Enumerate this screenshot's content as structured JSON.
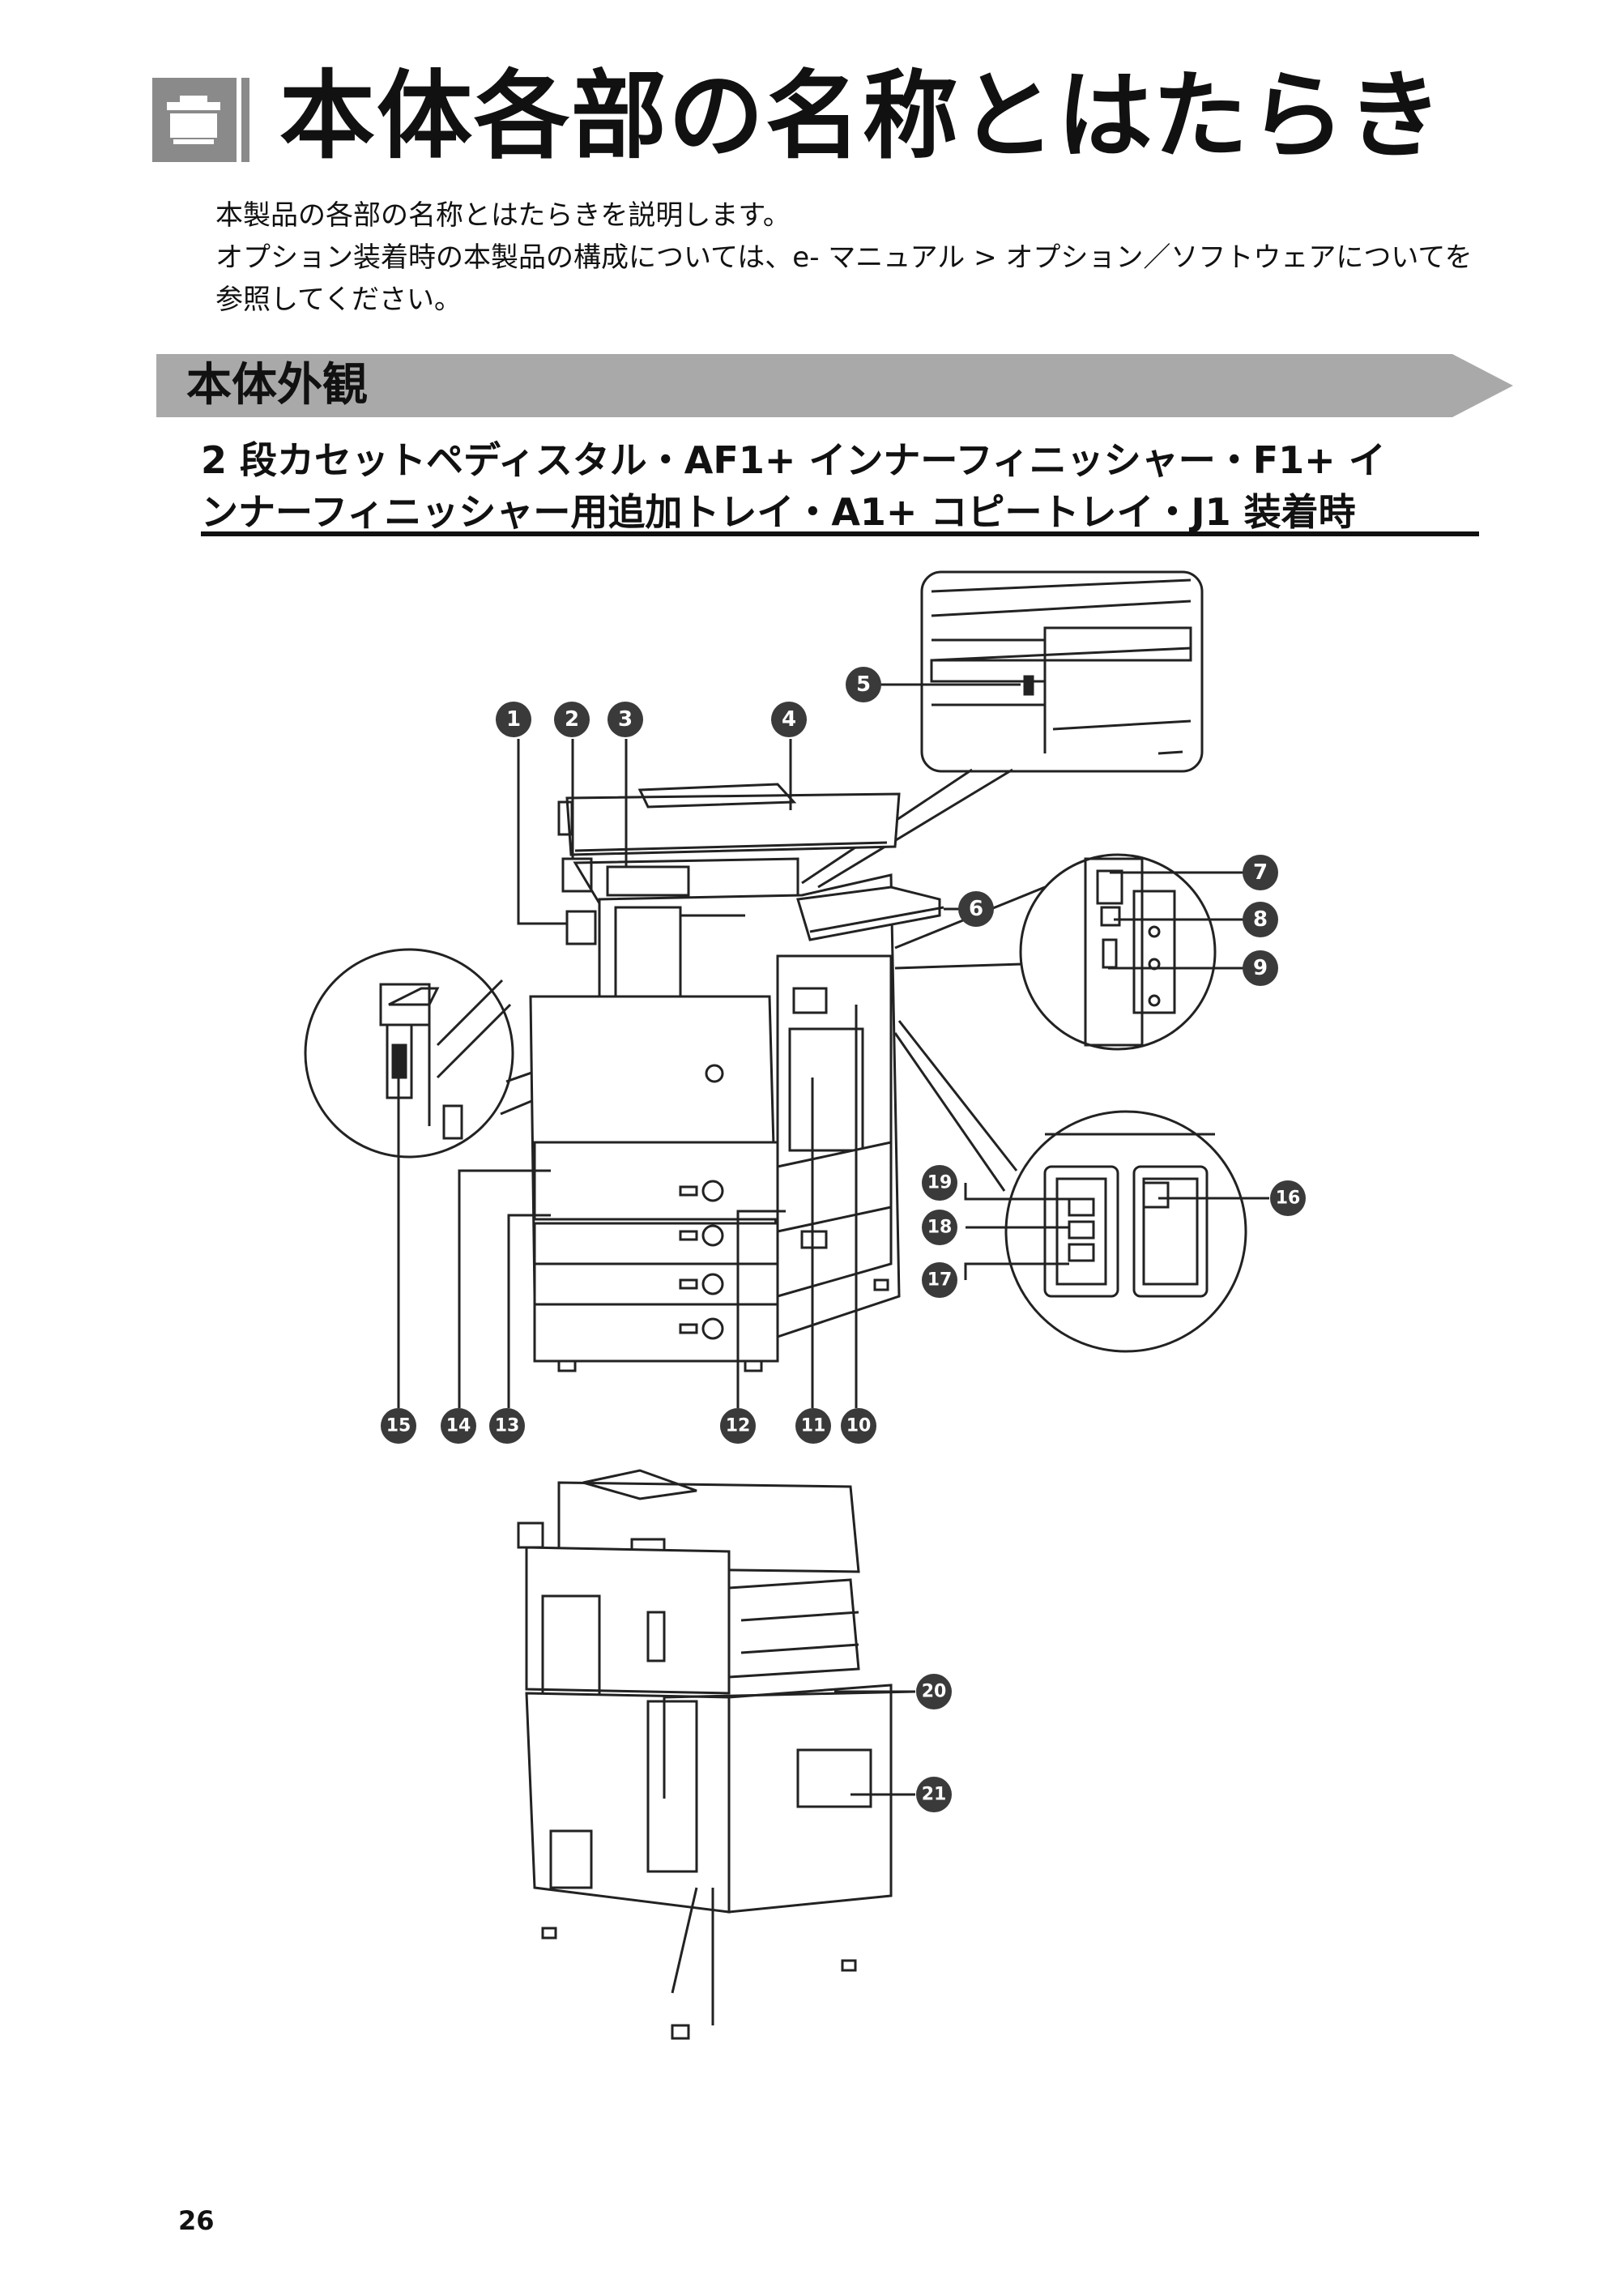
{
  "page": {
    "title": "本体各部の名称とはたらき",
    "intro_lines": [
      "本製品の各部の名称とはたらきを説明します。",
      "オプション装着時の本製品の構成については、e- マニュアル > オプション／ソフトウェアについてを",
      "参照してください。"
    ],
    "section_title": "本体外観",
    "subtitle_lines": [
      "2 段カセットペディスタル・AF1+ インナーフィニッシャー・F1+ イ",
      "ンナーフィニッシャー用追加トレイ・A1+ コピートレイ・J1 装着時"
    ],
    "page_number": "26"
  },
  "figure": {
    "callouts": [
      "1",
      "2",
      "3",
      "4",
      "5",
      "6",
      "7",
      "8",
      "9",
      "10",
      "11",
      "12",
      "13",
      "14",
      "15",
      "16",
      "17",
      "18",
      "19",
      "20",
      "21"
    ]
  },
  "colors": {
    "section_bar": "#a9a9a9",
    "badge": "#3a3a3a",
    "icon_bg": "#8a8a8a"
  },
  "icons": {
    "title_icon": "copier-icon"
  }
}
